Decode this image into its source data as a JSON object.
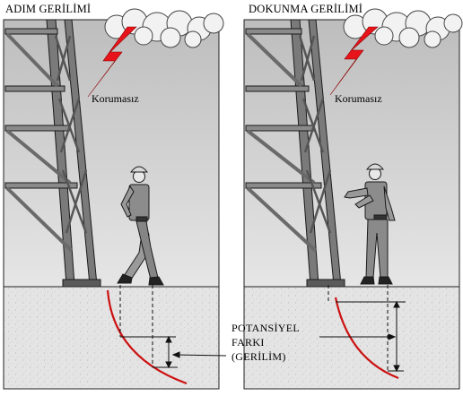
{
  "panels": [
    {
      "title": "ADIM GERİLİMİ",
      "label": "Korumasız"
    },
    {
      "title": "DOKUNMA GERİLİMİ",
      "label": "Korumasız"
    }
  ],
  "potential_label": [
    "POTANSİYEL",
    "FARKI",
    "(GERİLİM)"
  ],
  "colors": {
    "lightning": "#e8141b",
    "field_line": "#cc1111",
    "sky": "#d2d2d2",
    "ground": "#e3e3e3"
  }
}
